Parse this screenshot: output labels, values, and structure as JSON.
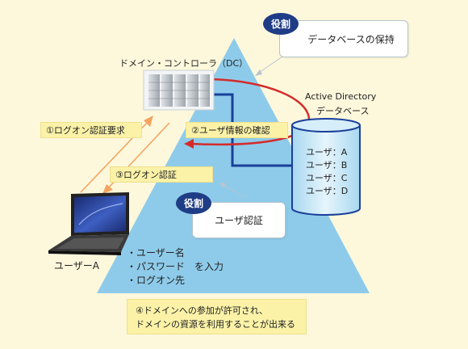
{
  "dc": {
    "title": "ドメイン・コントローラ（DC）"
  },
  "ad": {
    "title_line1": "Active Directory",
    "title_line2": "データベース",
    "rows": [
      "ユーザ：A",
      "ユーザ：B",
      "ユーザ：C",
      "ユーザ：D"
    ]
  },
  "roles": {
    "badge": "役割",
    "db_role": "データベースの保持",
    "auth_role": "ユーザ認証"
  },
  "steps": {
    "s1": "①ログオン認証要求",
    "s2": "②ユーザ情報の確認",
    "s3": "③ログオン認証",
    "s4_line1": "④ドメインへの参加が許可され、",
    "s4_line2": "ドメインの資源を利用することが出来る"
  },
  "user": {
    "label": "ユーザーA",
    "inputs": [
      "・ユーザー名",
      "・パスワード　を入力",
      "・ログオン先"
    ]
  },
  "colors": {
    "triangle": "#8ecbea",
    "arrow_orange": "#f4a460",
    "link_blue": "#1a3f9a",
    "arc_red": "#d42b2b",
    "background": "#fdf8dc"
  }
}
